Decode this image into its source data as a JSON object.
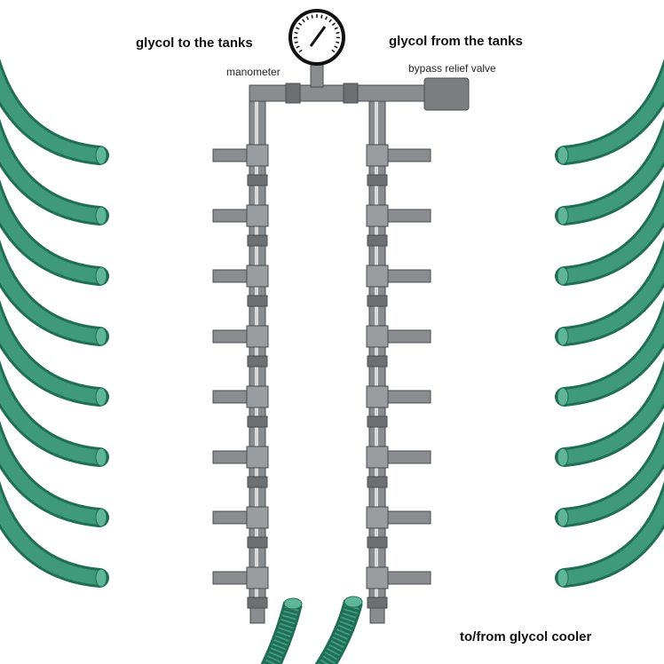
{
  "labels": {
    "to_tanks": "glycol to the tanks",
    "from_tanks": "glycol from the tanks",
    "manometer": "manometer",
    "bypass": "bypass relief valve",
    "cooler": "to/from glycol cooler"
  },
  "manifold": {
    "branches_per_side": 8,
    "pipe_color": "#8a8d90",
    "pipe_dark": "#4a4d50",
    "hose_color": "#3f9a7c",
    "hose_dark": "#1f6e55"
  }
}
